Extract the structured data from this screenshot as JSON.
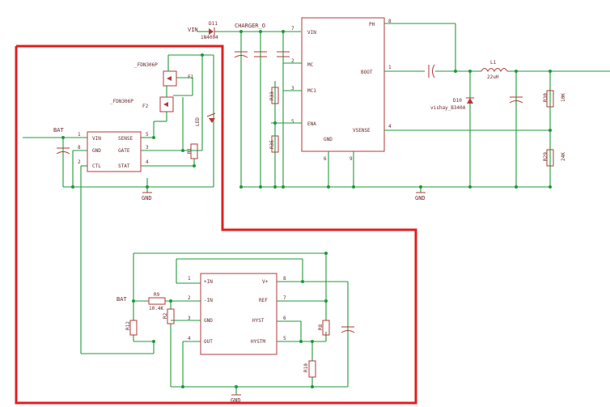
{
  "labels": {
    "vin": "VIN",
    "d11": "D11",
    "d11_part": "1N4004",
    "charger_o": "CHARGER_O",
    "fdn306p_1": "_FDN306P",
    "fdn306p_2": "_FDN306P",
    "f1": "F1",
    "f2": "F2",
    "bat_top": "BAT",
    "bat_bottom": "BAT",
    "led": "LED",
    "r1": "R1",
    "r2": "R2",
    "r9": "R9",
    "r9_val": "10.4K",
    "r12": "R12",
    "r8": "R8",
    "r10": "R10",
    "r33": "R33",
    "r35": "R35",
    "r30": "R30",
    "r29": "R29",
    "r30_val": "10K",
    "r29_val": "24K",
    "l1": "L1",
    "l1_val": "22uH",
    "d10": "D10",
    "d10_part": "vishay_B340A",
    "gnd1": "GND",
    "gnd2": "GND",
    "gnd3": "GND"
  },
  "u_charge_ctrl": {
    "pins_left": [
      "VIN",
      "GND",
      "CTL"
    ],
    "pins_right": [
      "SENSE",
      "GATE",
      "STAT"
    ],
    "pin_nums": [
      "1",
      "8",
      "2",
      "5",
      "3",
      "4"
    ]
  },
  "u_buck": {
    "pins_left": [
      "VIN",
      "MC",
      "MC1",
      "ENA"
    ],
    "pins_right": [
      "PH",
      "BOOT",
      "VSENSE"
    ],
    "pins_bottom": [
      "GND"
    ],
    "pin_nums": [
      "7",
      "2",
      "3",
      "5",
      "8",
      "1",
      "4",
      "6",
      "9"
    ]
  },
  "u_comparator": {
    "pins_left": [
      "+IN",
      "-IN",
      "GND",
      "OUT"
    ],
    "pins_right": [
      "V+",
      "REF",
      "HYST",
      "HYSTM"
    ],
    "pin_nums": [
      "1",
      "2",
      "3",
      "4",
      "8",
      "7",
      "6",
      "5"
    ]
  },
  "colors": {
    "wire": "#1f9a3a",
    "part": "#b33a3a",
    "selection": "#e02020",
    "text": "#6a2a2a"
  }
}
